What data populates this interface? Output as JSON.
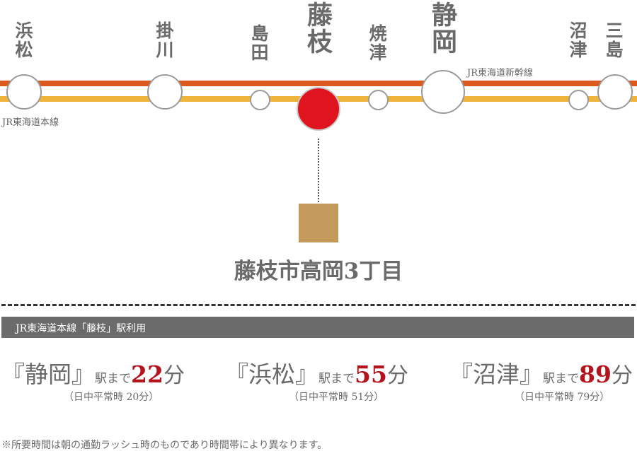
{
  "stations": [
    {
      "name": "浜松",
      "type": "shinkansen"
    },
    {
      "name": "掛川",
      "type": "shinkansen"
    },
    {
      "name": "島田",
      "type": "local"
    },
    {
      "name": "藤枝",
      "type": "current"
    },
    {
      "name": "焼津",
      "type": "local"
    },
    {
      "name": "静岡",
      "type": "major"
    },
    {
      "name": "沼津",
      "type": "local"
    },
    {
      "name": "三島",
      "type": "shinkansen"
    }
  ],
  "lines": {
    "shinkansen": {
      "name": "JR東海道新幹線",
      "color": "#dc5a1e"
    },
    "local": {
      "name": "JR東海道本線",
      "color": "#efb43c"
    }
  },
  "current_color": "#e0141e",
  "site_color": "#c49a5c",
  "site_label": "藤枝市高岡3丁目",
  "header_bar": {
    "text": "JR東海道本線「藤枝」駅利用",
    "color": "#6b6b6b"
  },
  "routes": [
    {
      "dest": "『静岡』",
      "mid": "駅まで",
      "minutes": "22",
      "unit": "分",
      "note": "（日中平常時 20分）"
    },
    {
      "dest": "『浜松』",
      "mid": "駅まで",
      "minutes": "55",
      "unit": "分",
      "note": "（日中平常時 51分）"
    },
    {
      "dest": "『沼津』",
      "mid": "駅まで",
      "minutes": "89",
      "unit": "分",
      "note": "（日中平常時 79分）"
    }
  ],
  "footnote": "※所要時間は朝の通勤ラッシュ時のものであり時間帯により異なります。"
}
